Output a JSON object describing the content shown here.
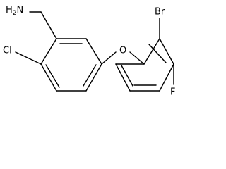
{
  "molecule": {
    "atoms": {
      "amine": "H2N",
      "amine_h": "H",
      "amine_sub": "2",
      "amine_n": "N",
      "chlorine": "Cl",
      "oxygen": "O",
      "bromine": "Br",
      "fluorine": "F"
    },
    "colors": {
      "bond": "#000000",
      "label": "#000000",
      "background": "#ffffff"
    }
  }
}
